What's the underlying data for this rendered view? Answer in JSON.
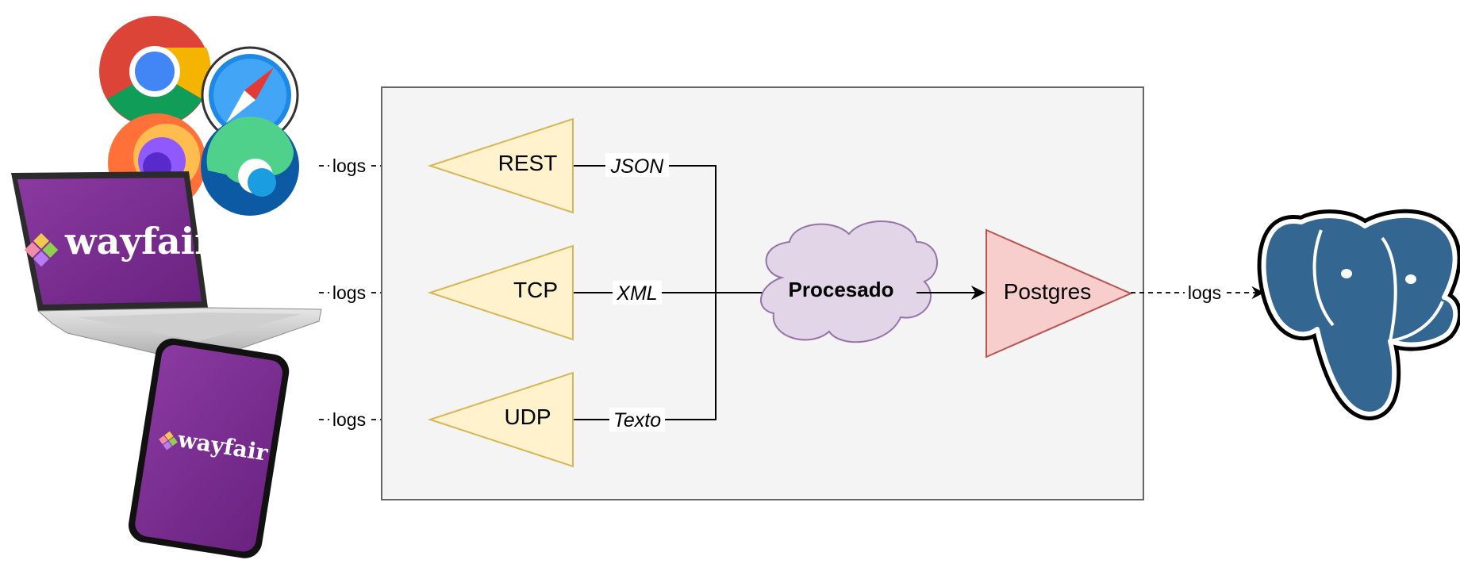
{
  "sources": {
    "logs_label": "logs",
    "brand": "wayfair"
  },
  "ingest": [
    {
      "protocol": "REST",
      "format": "JSON"
    },
    {
      "protocol": "TCP",
      "format": "XML"
    },
    {
      "protocol": "UDP",
      "format": "Texto"
    }
  ],
  "processing": {
    "label": "Procesado"
  },
  "storage": {
    "label": "Postgres",
    "logs_label": "logs"
  },
  "icons": {
    "browsers": [
      "chrome-icon",
      "safari-icon",
      "firefox-icon",
      "edge-icon"
    ],
    "devices": [
      "laptop-icon",
      "phone-icon"
    ],
    "database": "postgresql-elephant-icon"
  },
  "colors": {
    "container_fill": "#f4f4f4",
    "container_stroke": "#666666",
    "ingest_fill": "#fff2cc",
    "ingest_stroke": "#d6b656",
    "cloud_fill": "#e1d5e7",
    "cloud_stroke": "#9673a6",
    "postgres_fill": "#f8cecc",
    "postgres_stroke": "#b85450",
    "wayfair_purple": "#7b2d8e",
    "pg_blue": "#336791"
  }
}
